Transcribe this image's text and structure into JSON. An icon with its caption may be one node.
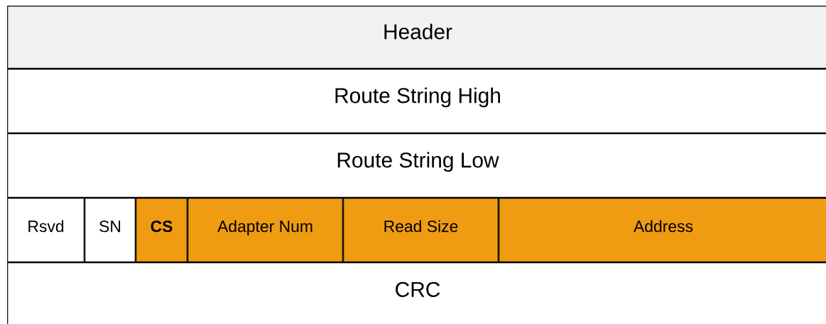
{
  "diagram": {
    "nodes": [
      {
        "text": [
          "Header"
        ]
      },
      {
        "text": [
          "Route String High"
        ]
      },
      {
        "text": [
          "Route String Low"
        ]
      },
      {
        "text": [
          "Rsvd"
        ]
      },
      {
        "text": [
          "SN"
        ]
      },
      {
        "text": [
          "CS"
        ]
      },
      {
        "text": [
          "Adapter Num"
        ]
      },
      {
        "text": [
          "Read Size"
        ]
      },
      {
        "text": [
          "Address"
        ]
      },
      {
        "text": [
          "CRC"
        ]
      }
    ]
  }
}
